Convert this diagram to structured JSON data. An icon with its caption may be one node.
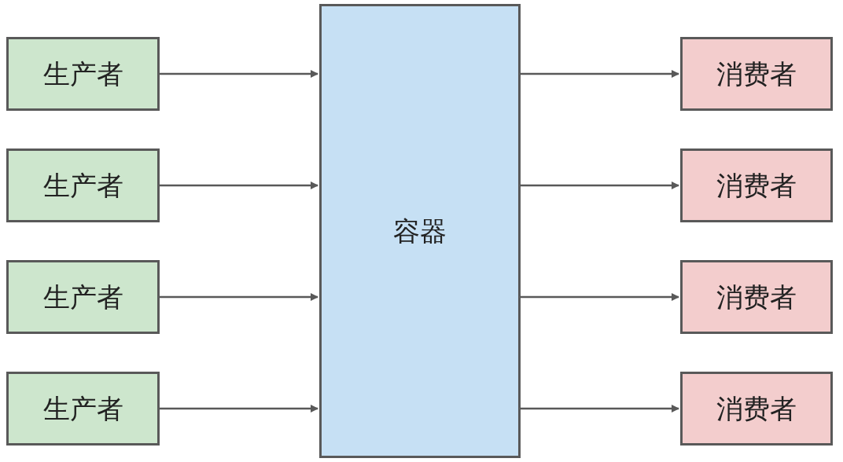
{
  "diagram": {
    "nodes": [
      {
        "text": [
          "生产者"
        ]
      },
      {
        "text": [
          "生产者"
        ]
      },
      {
        "text": [
          "生产者"
        ]
      },
      {
        "text": [
          "生产者"
        ]
      },
      {
        "text": [
          "容器"
        ]
      },
      {
        "text": [
          "消费者"
        ]
      },
      {
        "text": [
          "消费者"
        ]
      },
      {
        "text": [
          "消费者"
        ]
      },
      {
        "text": [
          "消费者"
        ]
      }
    ],
    "edges": [
      {
        "from": 0,
        "to": 4,
        "arrow": "to"
      },
      {
        "from": 1,
        "to": 4,
        "arrow": "to"
      },
      {
        "from": 2,
        "to": 4,
        "arrow": "to"
      },
      {
        "from": 3,
        "to": 4,
        "arrow": "to"
      },
      {
        "from": 4,
        "to": 5,
        "arrow": "to"
      },
      {
        "from": 4,
        "to": 6,
        "arrow": "to"
      },
      {
        "from": 4,
        "to": 7,
        "arrow": "to"
      },
      {
        "from": 4,
        "to": 8,
        "arrow": "to"
      }
    ]
  }
}
